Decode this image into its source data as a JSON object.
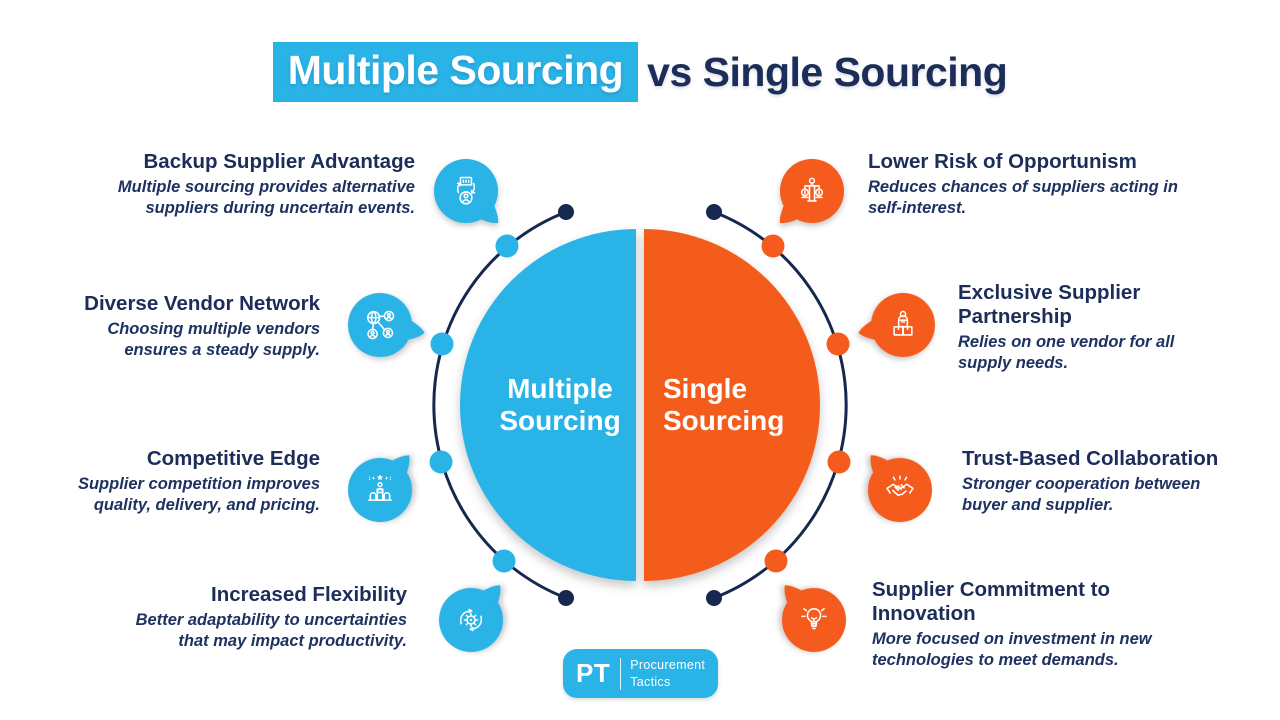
{
  "title": {
    "highlighted": "Multiple Sourcing",
    "rest": "vs Single Sourcing"
  },
  "wheel": {
    "left_label": "Multiple Sourcing",
    "right_label": "Single Sourcing"
  },
  "colors": {
    "cyan": "#29b3e7",
    "orange": "#f45b1d",
    "navy": "#16284f",
    "text_navy": "#1b2d58"
  },
  "left_items": [
    {
      "title": "Backup Supplier Advantage",
      "description": "Multiple sourcing provides alternative suppliers during uncertain events.",
      "icon": "backup-supplier-icon"
    },
    {
      "title": "Diverse Vendor Network",
      "description": "Choosing multiple vendors ensures a steady supply.",
      "icon": "vendor-network-icon"
    },
    {
      "title": "Competitive Edge",
      "description": "Supplier competition improves quality, delivery, and pricing.",
      "icon": "competitive-edge-icon"
    },
    {
      "title": "Increased Flexibility",
      "description": "Better adaptability to uncertainties that may impact productivity.",
      "icon": "flexibility-icon"
    }
  ],
  "right_items": [
    {
      "title": "Lower Risk of Opportunism",
      "description": "Reduces chances of suppliers acting in self-interest.",
      "icon": "opportunism-risk-icon"
    },
    {
      "title": "Exclusive Supplier Partnership",
      "description": "Relies on one vendor for all supply needs.",
      "icon": "exclusive-partnership-icon"
    },
    {
      "title": "Trust-Based Collaboration",
      "description": "Stronger cooperation between buyer and supplier.",
      "icon": "trust-collaboration-icon"
    },
    {
      "title": "Supplier Commitment to Innovation",
      "description": "More focused on investment in new technologies to meet demands.",
      "icon": "innovation-icon"
    }
  ],
  "logo": {
    "initials": "PT",
    "name_line1": "Procurement",
    "name_line2": "Tactics"
  }
}
